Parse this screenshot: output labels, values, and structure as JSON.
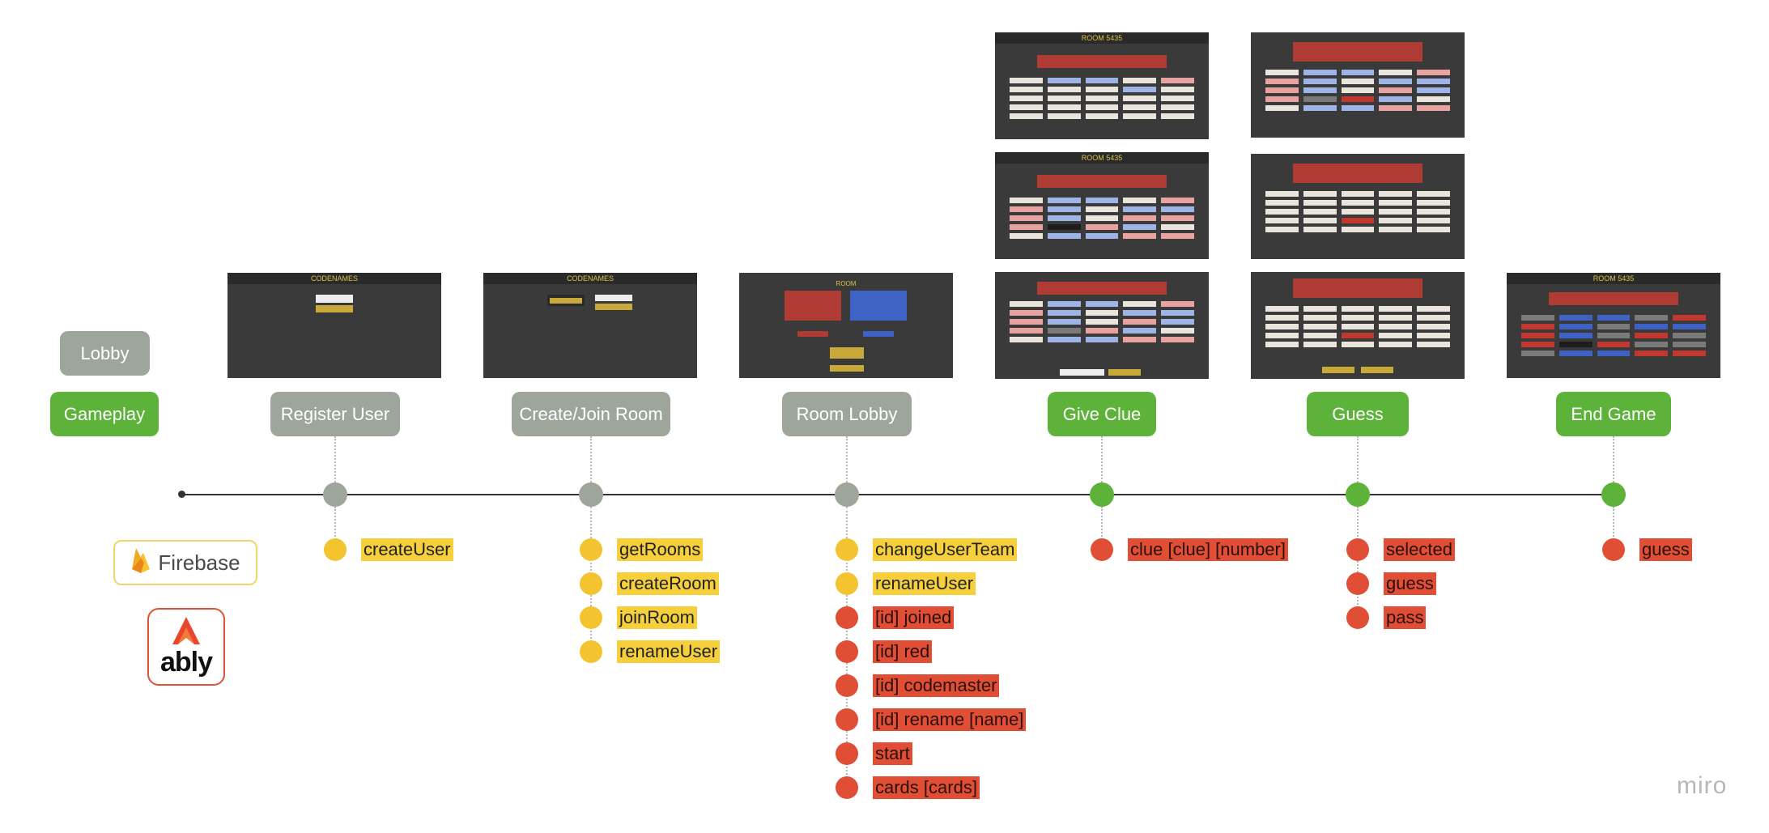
{
  "legend": {
    "lobby": "Lobby",
    "gameplay": "Gameplay"
  },
  "providers": {
    "firebase": "Firebase",
    "ably": "ably"
  },
  "colors": {
    "lobby": "#9ea69c",
    "gameplay": "#5db33a",
    "client_event": "#f6cf3c",
    "server_event": "#e04e35"
  },
  "screens": {
    "register": {
      "title": "CODENAMES"
    },
    "create_join": {
      "title": "CODENAMES"
    },
    "room_lobby": {
      "title": "ROOM"
    },
    "give_clue": {
      "title": "ROOM 5435"
    },
    "end_game": {
      "title": "ROOM 5435"
    }
  },
  "phases": [
    {
      "id": "register",
      "label": "Register User",
      "kind": "lobby",
      "events": [
        {
          "text": "createUser",
          "type": "client"
        }
      ]
    },
    {
      "id": "create-join",
      "label": "Create/Join Room",
      "kind": "lobby",
      "events": [
        {
          "text": "getRooms",
          "type": "client"
        },
        {
          "text": "createRoom",
          "type": "client"
        },
        {
          "text": "joinRoom",
          "type": "client"
        },
        {
          "text": "renameUser",
          "type": "client"
        }
      ]
    },
    {
      "id": "room-lobby",
      "label": "Room Lobby",
      "kind": "lobby",
      "events": [
        {
          "text": "changeUserTeam",
          "type": "client"
        },
        {
          "text": "renameUser",
          "type": "client"
        },
        {
          "text": "[id] joined",
          "type": "server"
        },
        {
          "text": "[id] red",
          "type": "server"
        },
        {
          "text": "[id] codemaster",
          "type": "server"
        },
        {
          "text": "[id] rename [name]",
          "type": "server"
        },
        {
          "text": "start",
          "type": "server"
        },
        {
          "text": "cards [cards]",
          "type": "server"
        }
      ]
    },
    {
      "id": "give-clue",
      "label": "Give Clue",
      "kind": "gameplay",
      "events": [
        {
          "text": "clue [clue] [number]",
          "type": "server"
        }
      ]
    },
    {
      "id": "guess",
      "label": "Guess",
      "kind": "gameplay",
      "events": [
        {
          "text": "selected",
          "type": "server"
        },
        {
          "text": "guess",
          "type": "server"
        },
        {
          "text": "pass",
          "type": "server"
        }
      ]
    },
    {
      "id": "end-game",
      "label": "End Game",
      "kind": "gameplay",
      "events": [
        {
          "text": "guess",
          "type": "server"
        }
      ]
    }
  ],
  "watermark": "miro"
}
